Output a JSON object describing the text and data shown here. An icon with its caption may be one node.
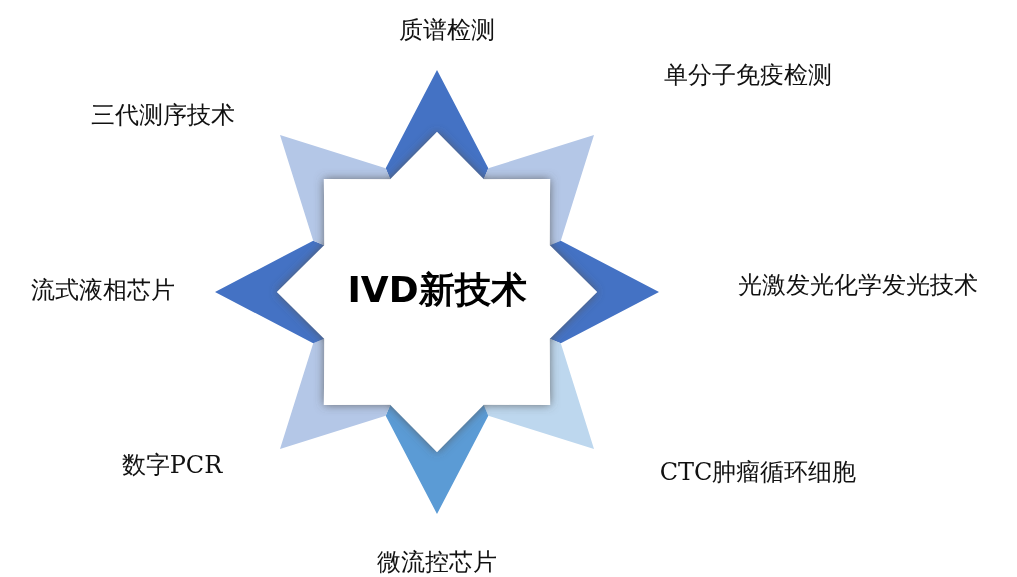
{
  "diagram": {
    "nodes": [
      {
        "text": [
          "IVD新技术"
        ]
      }
    ],
    "labels": [
      "质谱检测",
      "单分子免疫检测",
      "三代测序技术",
      "流式液相芯片",
      "光激发光化学发光技术",
      "数字PCR",
      "CTC肿瘤循环细胞",
      "微流控芯片"
    ]
  }
}
